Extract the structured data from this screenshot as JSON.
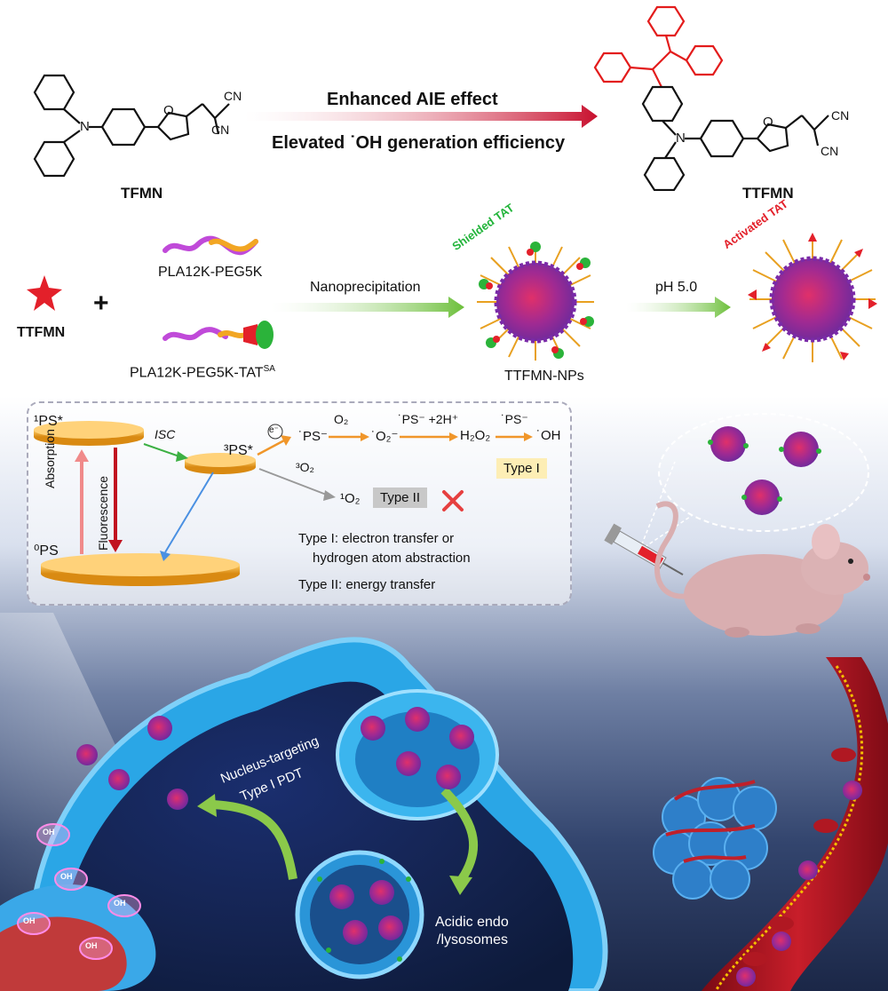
{
  "top": {
    "left_molecule": "TFMN",
    "right_molecule": "TTFMN",
    "arrow_text_1": "Enhanced AIE effect",
    "arrow_text_2": "Elevated ˙OH generation efficiency",
    "cn_top_left": "CN",
    "cn_bottom_left": "CN",
    "cn_top_right": "CN",
    "cn_bottom_right": "CN",
    "n_atom": "N",
    "o_atom": "O"
  },
  "assembly": {
    "star_label": "TTFMN",
    "plus": "+",
    "polymer_1": "PLA12K-PEG5K",
    "polymer_2": "PLA12K-PEG5K-TAT",
    "polymer_2_sup": "SA",
    "step_1": "Nanoprecipitation",
    "step_2": "pH 5.0",
    "np_label": "TTFMN-NPs",
    "shielded": "Shielded TAT",
    "activated": "Activated TAT"
  },
  "jablonski": {
    "s1": "¹PS*",
    "s0": "⁰PS",
    "isc": "ISC",
    "t1": "³PS*",
    "electron": "e⁻",
    "absorption": "Absorption",
    "fluorescence": "Fluorescence",
    "ps_radical": "˙PS⁻",
    "o2": "O₂",
    "superoxide": "˙O₂⁻",
    "ps_plus": "˙PS⁻ +2H⁺",
    "h2o2": "H₂O₂",
    "ps_radical_2": "˙PS⁻",
    "oh": "˙OH",
    "type1_badge": "Type I",
    "triplet_o2": "³O₂",
    "singlet_o2": "¹O₂",
    "type2_badge": "Type II",
    "note_1": "Type I: electron transfer or",
    "note_2": "hydrogen atom abstraction",
    "note_3": "Type II: energy transfer"
  },
  "bottom": {
    "nucleus_label_1": "Nucleus-targeting",
    "nucleus_label_2": "Type I PDT",
    "endo_label_1": "Acidic endo",
    "endo_label_2": "/lysosomes",
    "oh_bubble": "OH"
  },
  "colors": {
    "arrow_red": "#d4242b",
    "arrow_green": "#7cc043",
    "core_purple": "#9b3db8",
    "disk_orange": "#f0a020",
    "type1_bg": "#fdeeb5",
    "type2_bg": "#c8c8c8",
    "cell_blue": "#2aa6e6",
    "vessel_red": "#b3121e"
  }
}
